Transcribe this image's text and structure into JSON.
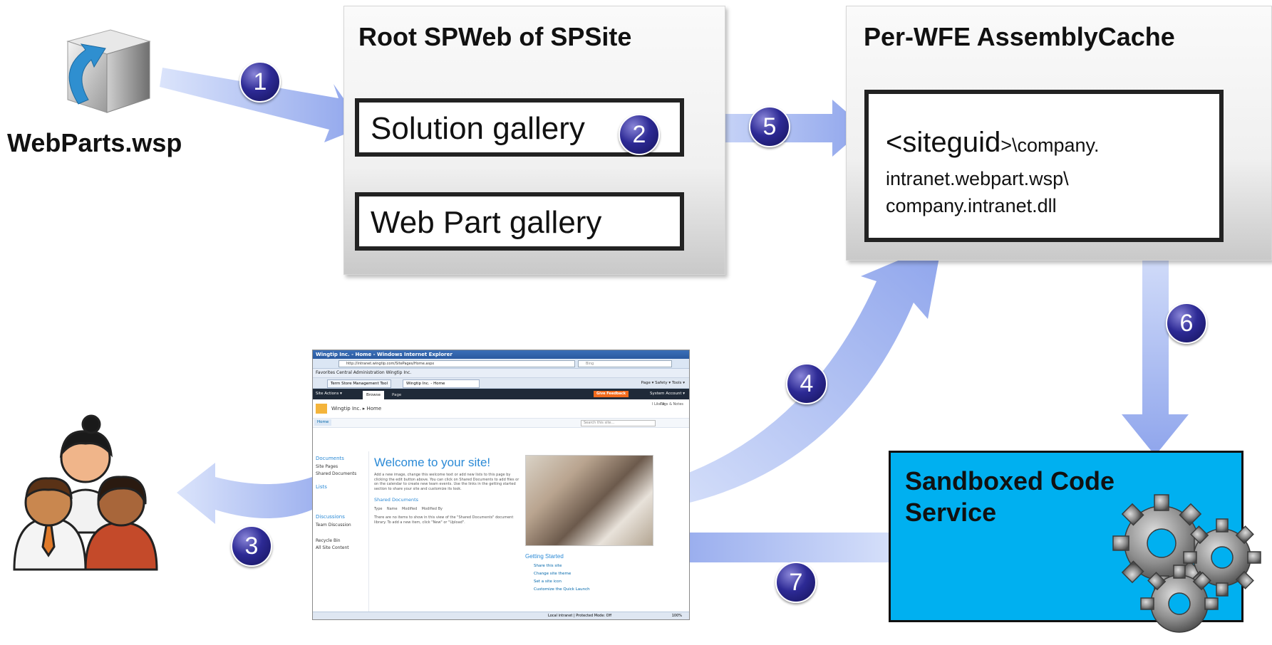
{
  "nodes": {
    "wsp_label": "WebParts.wsp",
    "root_panel_title": "Root SPWeb of SPSite",
    "solution_gallery": "Solution gallery",
    "webpart_gallery": "Web Part gallery",
    "cache_panel_title": "Per-WFE AssemblyCache",
    "cache_path_big": "<siteguid",
    "cache_path_rest": ">\\company.",
    "cache_path_line2": "intranet.webpart.wsp\\",
    "cache_path_line3": "company.intranet.dll",
    "sandbox_title": "Sandboxed Code Service"
  },
  "steps": [
    "1",
    "2",
    "3",
    "4",
    "5",
    "6",
    "7"
  ],
  "colors": {
    "arrow": "#9fb3f0",
    "arrow_light": "#dbe4fb",
    "step_badge": "#2d2a95",
    "sandbox_fill": "#00b0f0"
  },
  "browser": {
    "window_title": "Wingtip Inc. - Home - Windows Internet Explorer",
    "address": "http://intranet.wingtip.com/SitePages/Home.aspx",
    "search_placeholder": "Bing",
    "favorites": "Favorites   Central Administration   Wingtip Inc.",
    "tab1": "Term Store Management Tool",
    "tab2": "Wingtip Inc. - Home",
    "tools": "Page ▾  Safety ▾  Tools ▾",
    "site_actions": "Site Actions ▾",
    "ribbon_browse": "Browse",
    "ribbon_page": "Page",
    "give_feedback": "Give Feedback",
    "account": "System Account ▾",
    "breadcrumb": "Wingtip Inc. ▸ Home",
    "i_like_it": "I Like It",
    "tags_notes": "Tags & Notes",
    "nav_home": "Home",
    "site_search": "Search this site...",
    "left_nav": [
      "Documents",
      "Site Pages",
      "Shared Documents",
      "Lists",
      "Discussions",
      "Team Discussion",
      "Recycle Bin",
      "All Site Content"
    ],
    "welcome": "Welcome to your site!",
    "welcome_body": "Add a new image, change this welcome text or add new lists to this page by clicking the edit button above. You can click on Shared Documents to add files or on the calendar to create new team events. Use the links in the getting started section to share your site and customize its look.",
    "shared_docs": "Shared Documents",
    "columns": "Type    Name    Modified    Modified By",
    "empty_msg": "There are no items to show in this view of the \"Shared Documents\" document library. To add a new item, click \"New\" or \"Upload\".",
    "getting_started": "Getting Started",
    "gs_items": [
      "Share this site",
      "Change site theme",
      "Set a site icon",
      "Customize the Quick Launch"
    ],
    "status": "Local intranet | Protected Mode: Off",
    "zoom": "100%"
  }
}
